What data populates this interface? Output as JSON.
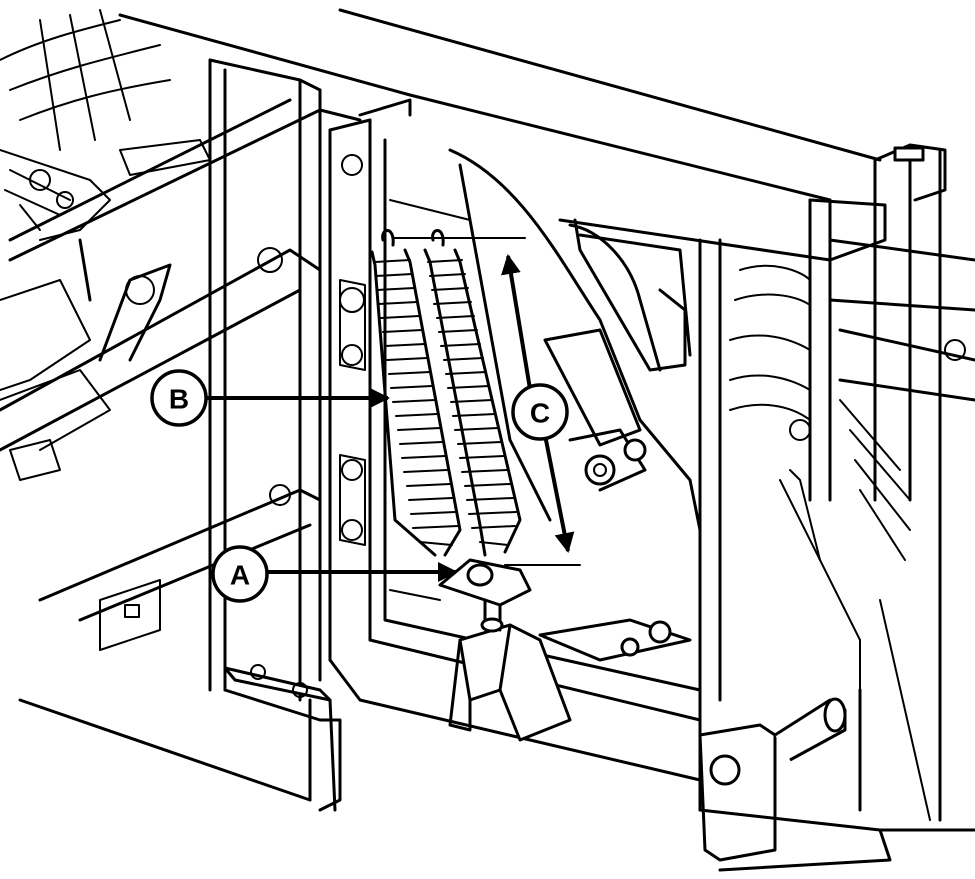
{
  "callouts": {
    "a": "A",
    "b": "B",
    "c": "C"
  }
}
